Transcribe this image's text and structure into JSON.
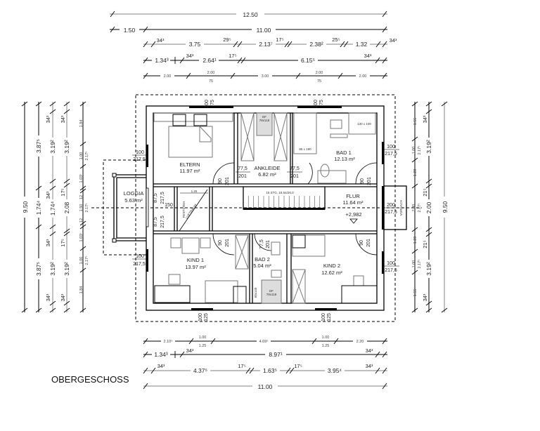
{
  "title": "OBERGESCHOSS",
  "top_dims": {
    "total": "12.50",
    "row2": [
      "1.50",
      "11.00"
    ],
    "row3": [
      "34³",
      "3.75",
      "29⁵",
      "2.13⁷",
      "17⁵",
      "2.38²",
      "25⁵",
      "1.32",
      "34³"
    ],
    "row4": [
      "1.34³",
      "34³",
      "2.64¹",
      "17⁵",
      "6.15⁵",
      "34³"
    ],
    "row5": [
      "2.00",
      "2.00",
      "75",
      "3.00",
      "2.00",
      "75",
      "2.00"
    ]
  },
  "bottom_dims": {
    "row1": [
      "2.10⁵",
      "1.00",
      "1.25",
      "4.69⁵",
      "1.00",
      "1.25",
      "2.20"
    ],
    "row2": [
      "1.34³",
      "34³",
      "8.97¹",
      "34³"
    ],
    "row3": [
      "34³",
      "4.37⁵",
      "17⁵",
      "1.63⁵",
      "17⁵",
      "3.95⁴",
      "34³"
    ],
    "total": "11.00"
  },
  "left_dims": {
    "total": "9.50",
    "col2": [
      "3.87⁵",
      "1.74⁴",
      "3.87⁵"
    ],
    "col3": [
      "34³",
      "3.19²",
      "34³",
      "1.74⁴",
      "34³",
      "3.19²",
      "34³"
    ],
    "col4": [
      "34³",
      "3.19²",
      "17⁵",
      "2.08",
      "17⁵",
      "3.19²",
      "34³"
    ],
    "col5": [
      "1.84",
      "1.00",
      "2.17⁵",
      "1.03⁵",
      "12",
      "1.50",
      "12",
      "2.17⁵",
      "1.03⁵",
      "1.00",
      "2.17⁵",
      "1.84"
    ]
  },
  "right_dims": {
    "col1": [
      "1.55",
      "1.00",
      "2.17⁵",
      "1.20",
      "2.00",
      "2.17⁵",
      "1.20",
      "1.00",
      "2.17⁵",
      "1.55"
    ],
    "col2": [
      "34³",
      "3.19²",
      "21⁵",
      "2.00",
      "21⁵",
      "3.19²",
      "34³"
    ],
    "total": "9.50"
  },
  "rooms": [
    {
      "name": "ELTERN",
      "area": "11.97 m²"
    },
    {
      "name": "ANKLEIDE",
      "area": "6.82 m²"
    },
    {
      "name": "BAD 1",
      "area": "12.13 m²"
    },
    {
      "name": "FLUR",
      "area": "11.64 m²"
    },
    {
      "name": "LOGGIA",
      "area": "5.63 m²"
    },
    {
      "name": "KIND 1",
      "area": "13.97 m²"
    },
    {
      "name": "BAD 2",
      "area": "5.04 m²"
    },
    {
      "name": "KIND 2",
      "area": "12.62 m²"
    }
  ],
  "annotations": {
    "df1": "DF",
    "df1_size": "78x118",
    "shower": "130 x 100",
    "tub": "85 x 190",
    "stairs": "16 STG. 18.64/26.0",
    "level": "+2,982",
    "airspace_width": "1.25",
    "airspace": "LUFTRAUM",
    "fixed": "FESTSTEH.",
    "canopy": "VORDACH",
    "shower2": "60x140",
    "df2": "DF",
    "df2_size": "78x118"
  },
  "windows": {
    "top_w": "200",
    "top_h": "75",
    "bottom_w": "100",
    "bottom_h": "125",
    "side_w": "100",
    "side_h": "217,5",
    "door_w": "200",
    "loggia_w": "87,5",
    "loggia_w2": "150"
  },
  "doors": {
    "w90": "90",
    "w775": "77,5",
    "h201": "201"
  }
}
